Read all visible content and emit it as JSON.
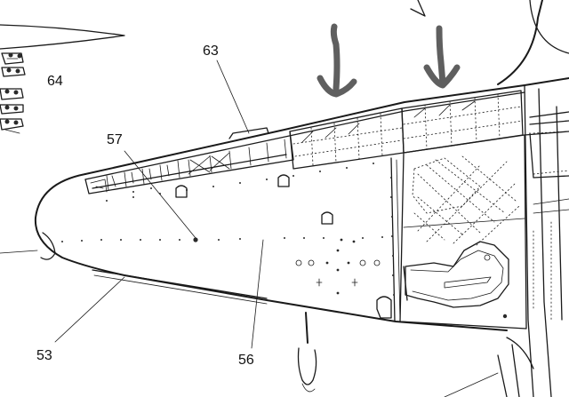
{
  "callouts": {
    "c53": "53",
    "c56": "56",
    "c57": "57",
    "c63": "63",
    "c64": "64"
  },
  "colors": {
    "ink": "#1a1a1a",
    "annotation_arrow": "#5f5f5f",
    "background": "#ffffff"
  }
}
